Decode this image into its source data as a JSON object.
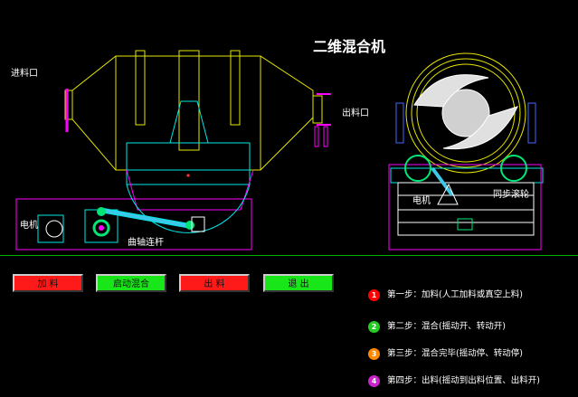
{
  "title": "二维混合机",
  "labels": {
    "inlet": "进料口",
    "outlet": "出料口",
    "motor_left": "电机",
    "crank_rod": "曲轴连杆",
    "motor_right": "电机",
    "sync_wheel": "同步滚轮"
  },
  "buttons": [
    {
      "label": "加 料",
      "color": "#ff1a1a"
    },
    {
      "label": "启动混合",
      "color": "#19e619"
    },
    {
      "label": "出 料",
      "color": "#ff1a1a"
    },
    {
      "label": "退 出",
      "color": "#19e619"
    }
  ],
  "steps": [
    {
      "num": "1",
      "color": "#ff0000",
      "text": "第一步：加料(人工加料或真空上料)"
    },
    {
      "num": "2",
      "color": "#22cc22",
      "text": "第二步：混合(摇动开、转动开)"
    },
    {
      "num": "3",
      "color": "#ff8800",
      "text": "第三步：混合完毕(摇动停、转动停)"
    },
    {
      "num": "4",
      "color": "#cc22cc",
      "text": "第四步：出料(摇动到出料位置、出料开)"
    }
  ]
}
